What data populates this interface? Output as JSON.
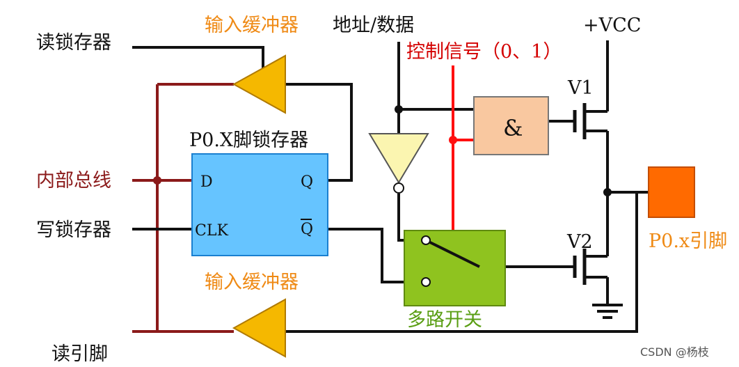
{
  "labels": {
    "read_latch": "读锁存器",
    "input_buffer_top": "输入缓冲器",
    "addr_data": "地址/数据",
    "vcc": "+VCC",
    "control_signal": "控制信号（0、1）",
    "v1": "V1",
    "latch_title": "P0.X脚锁存器",
    "internal_bus": "内部总线",
    "write_latch": "写锁存器",
    "pin_d": "D",
    "pin_q": "Q",
    "pin_qbar": "Q",
    "pin_clk": "CLK",
    "and_symbol": "&",
    "v2": "V2",
    "p0x_pin": "P0.x引脚",
    "input_buffer_bottom": "输入缓冲器",
    "mux": "多路开关",
    "read_pin": "读引脚",
    "watermark": "CSDN @杨枝"
  },
  "colors": {
    "latch_fill": "#66c4ff",
    "and_fill": "#f9c8a0",
    "mux_fill": "#8fc31f",
    "buffer_fill": "#f5b800",
    "inverter_fill": "#fbf5b0",
    "pin_fill": "#ff6a00",
    "bus": "#8b1a1a",
    "control": "#ff1010"
  },
  "icons": {
    "ground": "ground-symbol-icon"
  }
}
